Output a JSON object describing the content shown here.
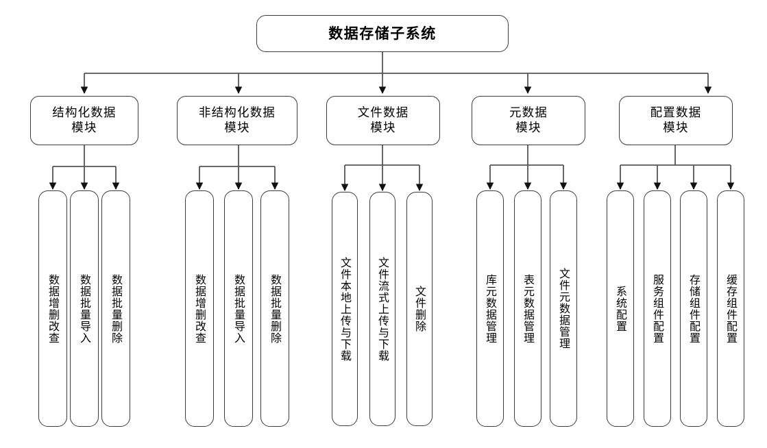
{
  "diagram": {
    "type": "tree",
    "title": "数据存储子系统",
    "root": {
      "label": "数据存储子系统"
    },
    "modules": [
      {
        "id": "structured-data-module",
        "label": "结构化数据\n模块",
        "leaves": [
          {
            "id": "data-crud",
            "label": "数据增删改查"
          },
          {
            "id": "data-batch-import",
            "label": "数据批量导入"
          },
          {
            "id": "data-batch-delete",
            "label": "数据批量删除"
          }
        ]
      },
      {
        "id": "unstructured-data-module",
        "label": "非结构化数据\n模块",
        "leaves": [
          {
            "id": "data-crud",
            "label": "数据增删改查"
          },
          {
            "id": "data-batch-import",
            "label": "数据批量导入"
          },
          {
            "id": "data-batch-delete",
            "label": "数据批量删除"
          }
        ]
      },
      {
        "id": "file-data-module",
        "label": "文件数据\n模块",
        "leaves": [
          {
            "id": "file-local-upload-download",
            "label": "文件本地上传与下载"
          },
          {
            "id": "file-stream-upload-download",
            "label": "文件流式上传与下载"
          },
          {
            "id": "file-delete",
            "label": "文件删除"
          }
        ]
      },
      {
        "id": "metadata-module",
        "label": "元数据\n模块",
        "leaves": [
          {
            "id": "database-metadata-management",
            "label": "库元数据管理"
          },
          {
            "id": "table-metadata-management",
            "label": "表元数据管理"
          },
          {
            "id": "file-metadata-management",
            "label": "文件元数据管理"
          }
        ]
      },
      {
        "id": "config-data-module",
        "label": "配置数据\n模块",
        "leaves": [
          {
            "id": "system-config",
            "label": "系统配置"
          },
          {
            "id": "service-component-config",
            "label": "服务组件配置"
          },
          {
            "id": "storage-component-config",
            "label": "存储组件配置"
          },
          {
            "id": "cache-component-config",
            "label": "缓存组件配置"
          }
        ]
      }
    ],
    "colors": {
      "stroke": "#3c3c3c",
      "edge": "#555555",
      "background": "#ffffff",
      "text": "#000000"
    }
  }
}
